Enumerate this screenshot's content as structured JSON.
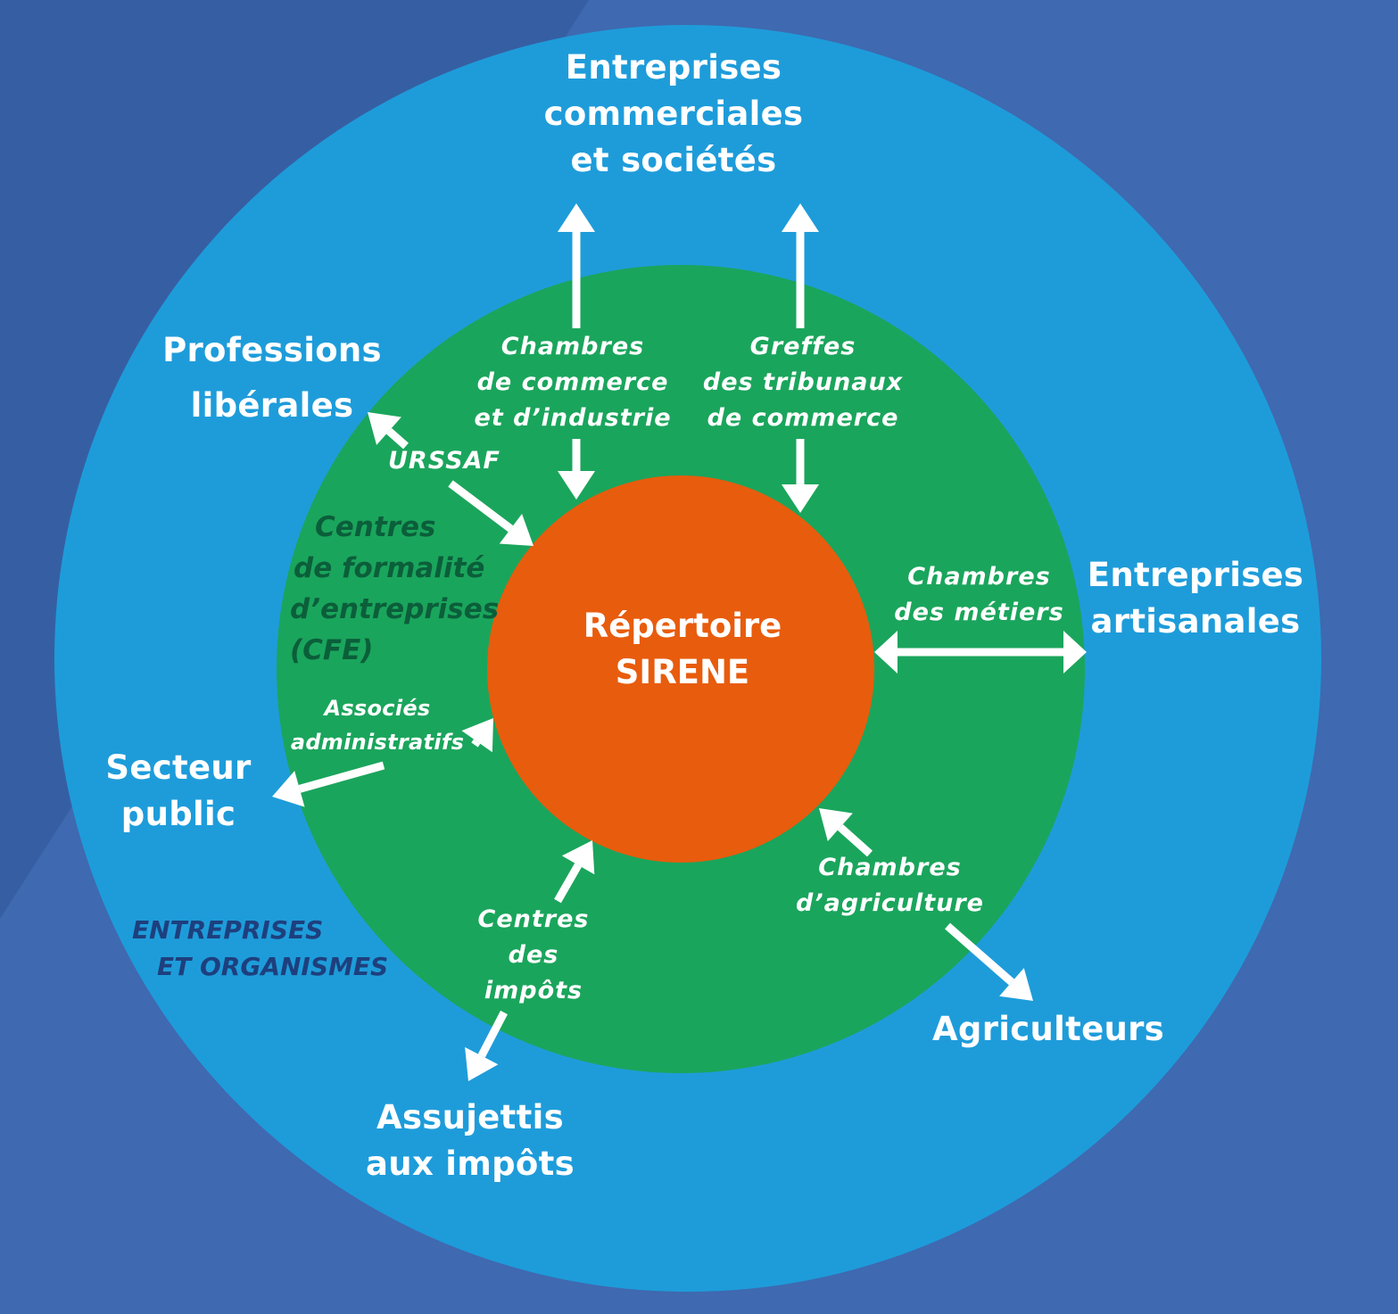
{
  "colors": {
    "background": "#3f69b0",
    "background_dark": "#365fa3",
    "outer_ring": "#1e9cda",
    "middle_ring": "#1aa55c",
    "core": "#e85c0d",
    "arrow": "#ffffff",
    "cfe_text": "#0b5e3a",
    "zone_text": "#1e3f7d"
  },
  "core": {
    "lines": [
      "Répertoire",
      "SIRENE"
    ]
  },
  "zone_label": {
    "lines": [
      "ENTREPRISES",
      "ET ORGANISMES"
    ]
  },
  "cfe_label": {
    "lines": [
      "Centres",
      "de formalité",
      "d’entreprises",
      "(CFE)"
    ]
  },
  "outer_groups": {
    "commerciales": {
      "lines": [
        "Entreprises",
        "commerciales",
        "et sociétés"
      ]
    },
    "liberales": {
      "lines": [
        "Professions",
        "libérales"
      ]
    },
    "artisanales": {
      "lines": [
        "Entreprises",
        "artisanales"
      ]
    },
    "secteur_public": {
      "lines": [
        "Secteur",
        "public"
      ]
    },
    "assujettis": {
      "lines": [
        "Assujettis",
        "aux impôts"
      ]
    },
    "agriculteurs": {
      "lines": [
        "Agriculteurs"
      ]
    }
  },
  "bodies": {
    "cci": {
      "lines": [
        "Chambres",
        "de commerce",
        "et d’industrie"
      ]
    },
    "greffes": {
      "lines": [
        "Greffes",
        "des tribunaux",
        "de commerce"
      ]
    },
    "urssaf": {
      "lines": [
        "URSSAF"
      ]
    },
    "metiers": {
      "lines": [
        "Chambres",
        "des métiers"
      ]
    },
    "associes": {
      "lines": [
        "Associés",
        "administratifs"
      ]
    },
    "impots": {
      "lines": [
        "Centres",
        "des",
        "impôts"
      ]
    },
    "agriculture": {
      "lines": [
        "Chambres",
        "d’agriculture"
      ]
    }
  },
  "arrows": [
    {
      "name": "cci-to-commerciales-arrow",
      "direction": "up"
    },
    {
      "name": "cci-to-core-arrow",
      "direction": "down"
    },
    {
      "name": "greffes-to-commerciales-arrow",
      "direction": "up"
    },
    {
      "name": "greffes-to-core-arrow",
      "direction": "down"
    },
    {
      "name": "urssaf-to-liberales-arrow",
      "direction": "up-left"
    },
    {
      "name": "urssaf-to-core-arrow",
      "direction": "down-right"
    },
    {
      "name": "metiers-bidirectional-arrow",
      "direction": "left-right"
    },
    {
      "name": "associes-to-core-arrow",
      "direction": "up-right"
    },
    {
      "name": "associes-to-secteur-public-arrow",
      "direction": "down-left"
    },
    {
      "name": "impots-to-core-arrow",
      "direction": "up-right"
    },
    {
      "name": "impots-to-assujettis-arrow",
      "direction": "down-left"
    },
    {
      "name": "agriculture-to-core-arrow",
      "direction": "up-left"
    },
    {
      "name": "agriculture-to-agriculteurs-arrow",
      "direction": "down-right"
    }
  ]
}
